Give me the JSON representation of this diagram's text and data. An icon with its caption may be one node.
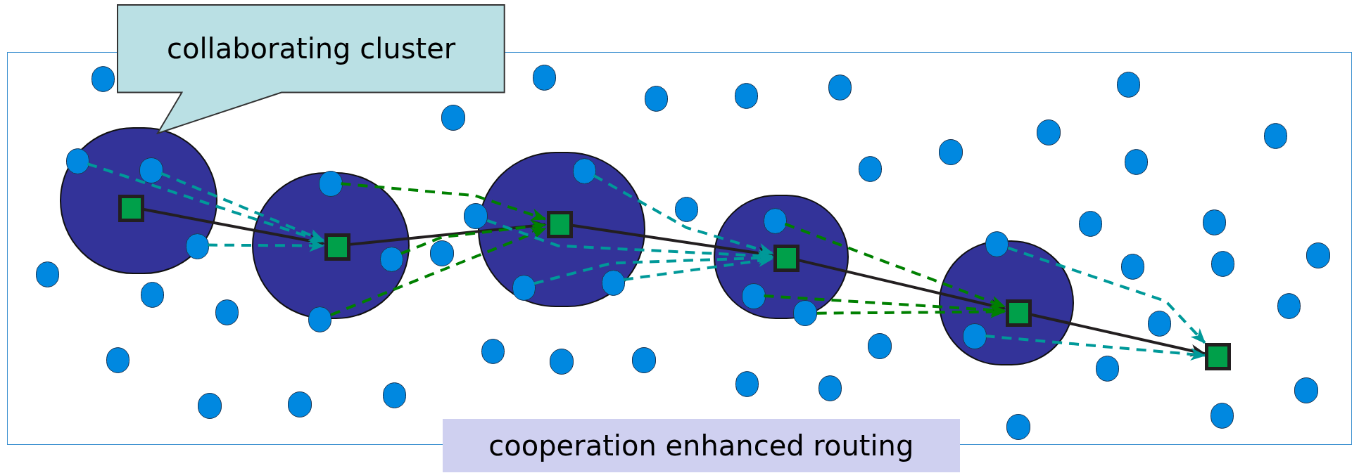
{
  "diagram": {
    "nodes": [
      {
        "text": [
          "collaborating cluster"
        ]
      },
      {
        "text": [],
        "shape": "circle"
      },
      {
        "text": [],
        "shape": "circle",
        "in": 1
      },
      {
        "text": [],
        "shape": "circle",
        "in": 1
      },
      {
        "text": [],
        "shape": "box",
        "in": 1
      },
      {
        "text": [],
        "shape": "circle",
        "in": 1
      },
      {
        "text": [],
        "shape": "circle"
      },
      {
        "text": [],
        "shape": "circle",
        "in": 6
      },
      {
        "text": [],
        "shape": "box",
        "in": 6
      },
      {
        "text": [],
        "shape": "circle",
        "in": 6
      },
      {
        "text": [],
        "shape": "circle"
      },
      {
        "text": [],
        "shape": "circle"
      },
      {
        "text": [],
        "shape": "circle"
      },
      {
        "text": [],
        "shape": "circle",
        "in": 11
      },
      {
        "text": [],
        "shape": "box",
        "in": 11
      },
      {
        "text": [],
        "shape": "circle",
        "in": 11
      },
      {
        "text": [],
        "shape": "circle",
        "in": 11
      },
      {
        "text": [],
        "shape": "circle"
      },
      {
        "text": [],
        "shape": "circle",
        "in": 17
      },
      {
        "text": [],
        "shape": "box",
        "in": 17
      },
      {
        "text": [],
        "shape": "circle",
        "in": 17
      },
      {
        "text": [],
        "shape": "circle"
      },
      {
        "text": [],
        "shape": "circle"
      },
      {
        "text": [],
        "shape": "circle"
      },
      {
        "text": [],
        "shape": "box",
        "in": 22
      },
      {
        "text": [],
        "shape": "circle",
        "in": 22
      },
      {
        "text": [],
        "shape": "box"
      },
      {
        "text": [
          "cooperation enhanced routing"
        ]
      },
      {
        "text": [],
        "shape": "circle"
      },
      {
        "text": [],
        "shape": "circle"
      },
      {
        "text": [],
        "shape": "circle"
      },
      {
        "text": [],
        "shape": "circle"
      },
      {
        "text": [],
        "shape": "circle"
      },
      {
        "text": [],
        "shape": "circle"
      },
      {
        "text": [],
        "shape": "circle"
      },
      {
        "text": [],
        "shape": "circle"
      },
      {
        "text": [],
        "shape": "circle"
      },
      {
        "text": [],
        "shape": "circle"
      },
      {
        "text": [],
        "shape": "circle"
      },
      {
        "text": [],
        "shape": "circle"
      },
      {
        "text": [],
        "shape": "circle"
      },
      {
        "text": [],
        "shape": "circle"
      },
      {
        "text": [],
        "shape": "circle"
      },
      {
        "text": [],
        "shape": "circle"
      },
      {
        "text": [],
        "shape": "circle"
      },
      {
        "text": [],
        "shape": "circle"
      },
      {
        "text": [],
        "shape": "circle"
      },
      {
        "text": [],
        "shape": "circle"
      },
      {
        "text": [],
        "shape": "circle"
      },
      {
        "text": [],
        "shape": "circle"
      },
      {
        "text": [],
        "shape": "circle"
      },
      {
        "text": [],
        "shape": "circle"
      },
      {
        "text": [],
        "shape": "circle"
      },
      {
        "text": [],
        "shape": "circle"
      },
      {
        "text": [],
        "shape": "circle"
      },
      {
        "text": [],
        "shape": "circle"
      },
      {
        "text": [],
        "shape": "circle"
      },
      {
        "text": [],
        "shape": "circle"
      },
      {
        "text": [],
        "shape": "circle"
      },
      {
        "text": [],
        "shape": "circle"
      },
      {
        "text": [],
        "shape": "circle"
      },
      {
        "text": [],
        "shape": "circle"
      },
      {
        "text": [],
        "shape": "circle"
      },
      {
        "text": [],
        "shape": "circle"
      },
      {
        "text": [],
        "shape": "circle"
      },
      {
        "text": [],
        "shape": "circle"
      }
    ],
    "edges": [
      {
        "from": 4,
        "to": 8,
        "arrow": "to",
        "color": "#231f20"
      },
      {
        "from": 8,
        "to": 14,
        "arrow": "to",
        "color": "#231f20"
      },
      {
        "from": 14,
        "to": 19,
        "arrow": "to",
        "color": "#231f20"
      },
      {
        "from": 19,
        "to": 24,
        "arrow": "to",
        "color": "#231f20"
      },
      {
        "from": 24,
        "to": 26,
        "arrow": "to",
        "color": "#231f20"
      },
      {
        "from": 2,
        "to": 8,
        "arrow": "to",
        "style": "dashed"
      },
      {
        "from": 3,
        "to": 8,
        "arrow": "to",
        "style": "dashed"
      },
      {
        "from": 5,
        "to": 8,
        "arrow": "to",
        "style": "dashed"
      },
      {
        "from": 7,
        "to": 14,
        "arrow": "to",
        "style": "dashed",
        "color": "#008000"
      },
      {
        "from": 9,
        "to": 14,
        "arrow": "to",
        "style": "dashed",
        "color": "#008000"
      },
      {
        "from": 10,
        "to": 14,
        "arrow": "to",
        "style": "dashed",
        "color": "#008000"
      },
      {
        "from": 12,
        "to": 19,
        "arrow": "to",
        "style": "dashed"
      },
      {
        "from": 13,
        "to": 19,
        "arrow": "to",
        "style": "dashed"
      },
      {
        "from": 15,
        "to": 19,
        "arrow": "to",
        "style": "dashed"
      },
      {
        "from": 16,
        "to": 19,
        "arrow": "to",
        "style": "dashed"
      },
      {
        "from": 18,
        "to": 24,
        "arrow": "to",
        "style": "dashed",
        "color": "#008000"
      },
      {
        "from": 20,
        "to": 24,
        "arrow": "to",
        "style": "dashed",
        "color": "#008000"
      },
      {
        "from": 21,
        "to": 24,
        "arrow": "to",
        "style": "dashed",
        "color": "#008000"
      },
      {
        "from": 23,
        "to": 26,
        "arrow": "to",
        "style": "dashed"
      },
      {
        "from": 25,
        "to": 26,
        "arrow": "to",
        "style": "dashed"
      }
    ]
  }
}
